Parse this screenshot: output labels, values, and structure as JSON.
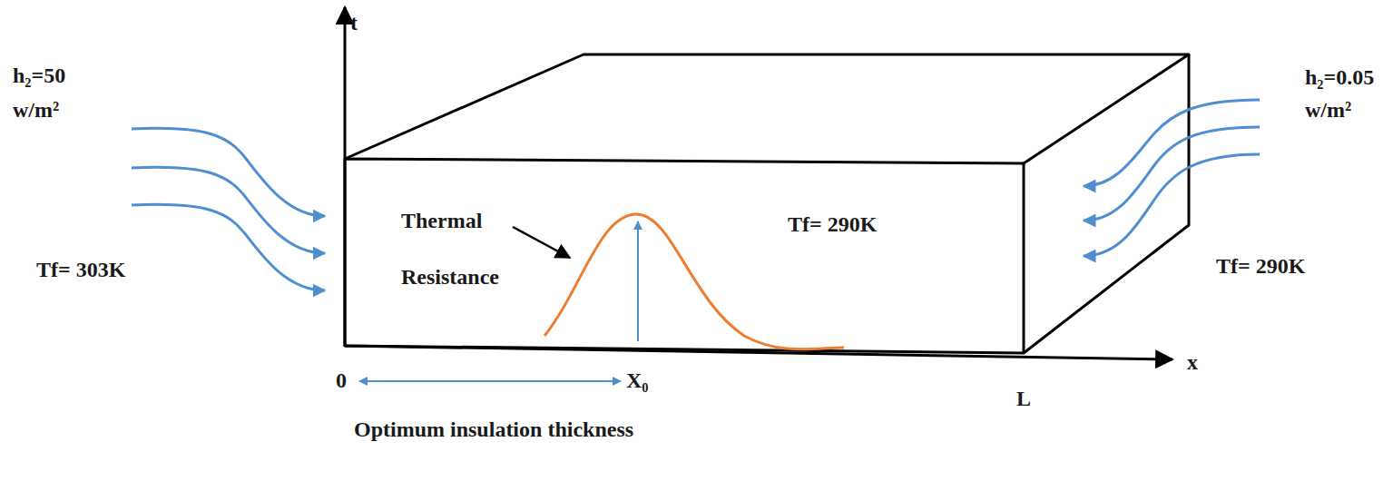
{
  "diagram": {
    "labels": [
      "t",
      "h₂=50",
      "w/m²",
      "Tf= 303K",
      "Thermal Resistance",
      "Tf= 290K",
      "h₂=0.05",
      "w/m²",
      "Tf= 290K",
      "0",
      "X₀",
      "x",
      "L",
      "Optimum insulation thickness"
    ]
  }
}
